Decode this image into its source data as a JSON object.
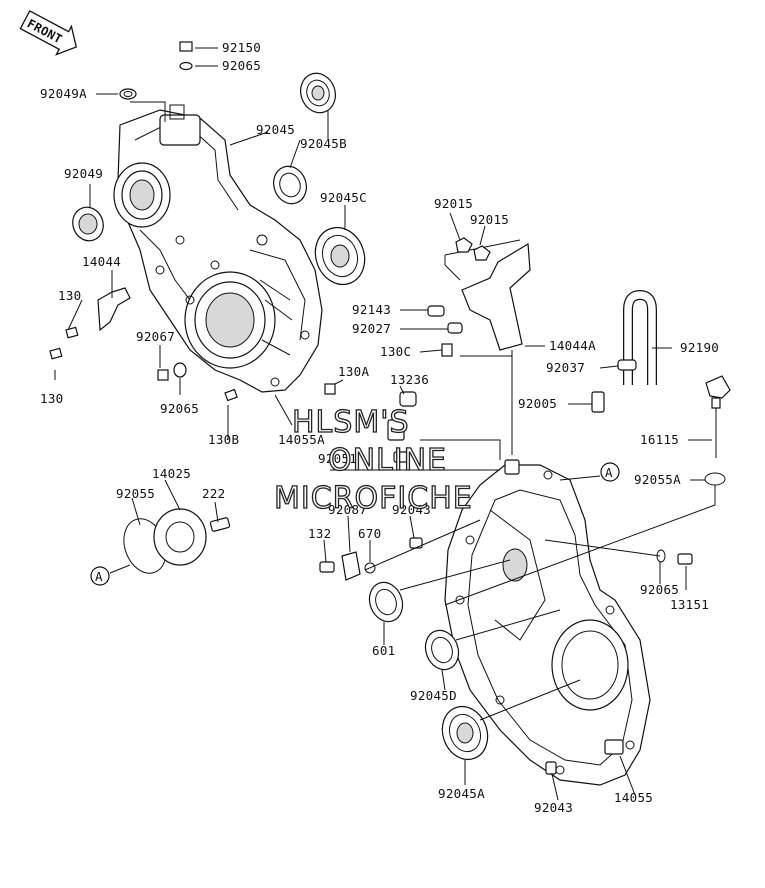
{
  "front_label": "FRONT",
  "watermark": [
    "HLSM'S",
    "ONLINE",
    "MICROFICHE"
  ],
  "callout_A": "A",
  "parts": {
    "p92150": "92150",
    "p92065_top": "92065",
    "p92049A": "92049A",
    "p92045": "92045",
    "p92045B": "92045B",
    "p92049": "92049",
    "p92045C": "92045C",
    "p92015a": "92015",
    "p92015b": "92015",
    "p14044": "14044",
    "p130_a": "130",
    "p130_b": "130",
    "p92067": "92067",
    "p92065_mid": "92065",
    "p130B": "130B",
    "p14055A": "14055A",
    "p130A": "130A",
    "p13236": "13236",
    "p92143": "92143",
    "p92027": "92027",
    "p130C": "130C",
    "p14044A": "14044A",
    "p92190": "92190",
    "p92037": "92037",
    "p92005": "92005",
    "p16115": "16115",
    "p92055A": "92055A",
    "p14025": "14025",
    "p92055": "92055",
    "p222": "222",
    "p92087": "92087",
    "p92043_mid": "92043",
    "p92051": "92051",
    "p132": "132",
    "p670": "670",
    "p601": "601",
    "p92045D": "92045D",
    "p92045A": "92045A",
    "p92043_bot": "92043",
    "p14055": "14055",
    "p92065_right": "92065",
    "p13151": "13151"
  }
}
